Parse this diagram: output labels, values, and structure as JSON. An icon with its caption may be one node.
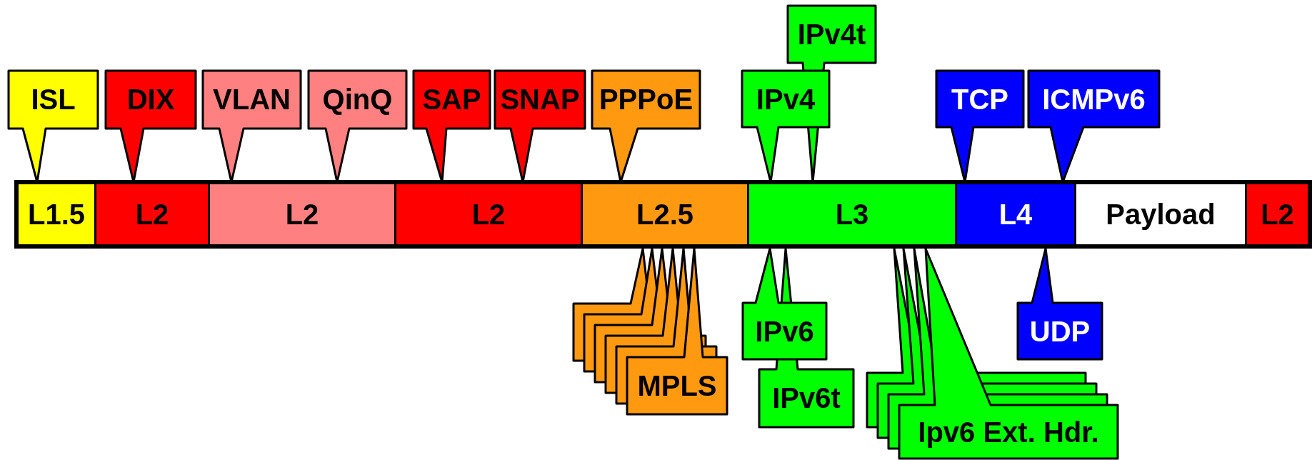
{
  "diagram": {
    "nodes": [
      {
        "text": [
          "ISL"
        ]
      },
      {
        "text": [
          "DIX"
        ]
      },
      {
        "text": [
          "VLAN"
        ]
      },
      {
        "text": [
          "QinQ"
        ]
      },
      {
        "text": [
          "SAP"
        ]
      },
      {
        "text": [
          "SNAP"
        ]
      },
      {
        "text": [
          "PPPoE"
        ]
      },
      {
        "text": [
          "IPv4t"
        ]
      },
      {
        "text": [
          "IPv4"
        ]
      },
      {
        "text": [
          "TCP"
        ]
      },
      {
        "text": [
          "ICMPv6"
        ]
      },
      {
        "text": [
          "L1.5"
        ]
      },
      {
        "text": [
          "L2"
        ]
      },
      {
        "text": [
          "L2"
        ]
      },
      {
        "text": [
          "L2"
        ]
      },
      {
        "text": [
          "L2.5"
        ]
      },
      {
        "text": [
          "L3"
        ]
      },
      {
        "text": [
          "L4"
        ]
      },
      {
        "text": [
          "Payload"
        ]
      },
      {
        "text": [
          "L2"
        ]
      },
      {
        "text": [
          "MPLS"
        ]
      },
      {
        "text": [
          "IPv6"
        ]
      },
      {
        "text": [
          "IPv6t"
        ]
      },
      {
        "text": [
          "Ipv6 Ext. Hdr."
        ]
      },
      {
        "text": [
          "UDP"
        ]
      }
    ]
  }
}
